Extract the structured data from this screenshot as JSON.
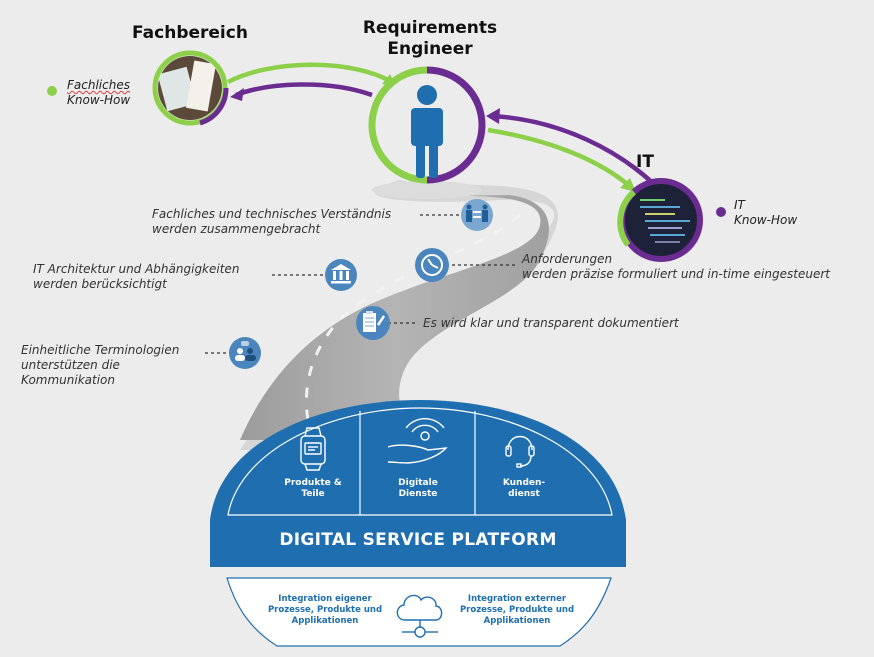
{
  "roles": {
    "fachbereich": {
      "title": "Fachbereich",
      "knowhow": [
        "Fachliches",
        "Know-How"
      ],
      "color": "#8cd04a"
    },
    "requirements_engineer": {
      "title_lines": [
        "Requirements",
        "Engineer"
      ]
    },
    "it": {
      "title": "IT",
      "knowhow": [
        "IT",
        "Know-How"
      ],
      "color": "#6a2c91"
    }
  },
  "colors": {
    "green": "#8cd04a",
    "purple": "#6a2c91",
    "blue": "#1f6fb0",
    "road": "#a9a9a9",
    "bg": "#ececec"
  },
  "road_milestones": [
    {
      "icon": "people-exchange-icon",
      "text": [
        "Fachliches und technisches Verständnis",
        "werden zusammengebracht"
      ]
    },
    {
      "icon": "clock-icon",
      "text": [
        "Anforderungen",
        "werden präzise formuliert und in-time eingesteuert"
      ]
    },
    {
      "icon": "building-columns-icon",
      "text": [
        "IT Architektur und Abhängigkeiten",
        "werden berücksichtigt"
      ]
    },
    {
      "icon": "clipboard-pen-icon",
      "text": [
        "Es wird klar und transparent dokumentiert"
      ]
    },
    {
      "icon": "group-chat-icon",
      "text": [
        "Einheitliche Terminologien",
        "unterstützen die",
        "Kommunikation"
      ]
    }
  ],
  "platform": {
    "title": "DIGITAL SERVICE PLATFORM",
    "segments": [
      {
        "icon": "smartwatch-icon",
        "label": [
          "Produkte &",
          "Teile"
        ]
      },
      {
        "icon": "hand-signal-icon",
        "label": [
          "Digitale",
          "Dienste"
        ]
      },
      {
        "icon": "headset-icon",
        "label": [
          "Kunden-",
          "dienst"
        ]
      }
    ],
    "integration": {
      "left": [
        "Integration eigener",
        "Prozesse, Produkte und",
        "Applikationen"
      ],
      "right": [
        "Integration externer",
        "Prozesse, Produkte und",
        "Applikationen"
      ],
      "icon": "cloud-network-icon"
    }
  }
}
